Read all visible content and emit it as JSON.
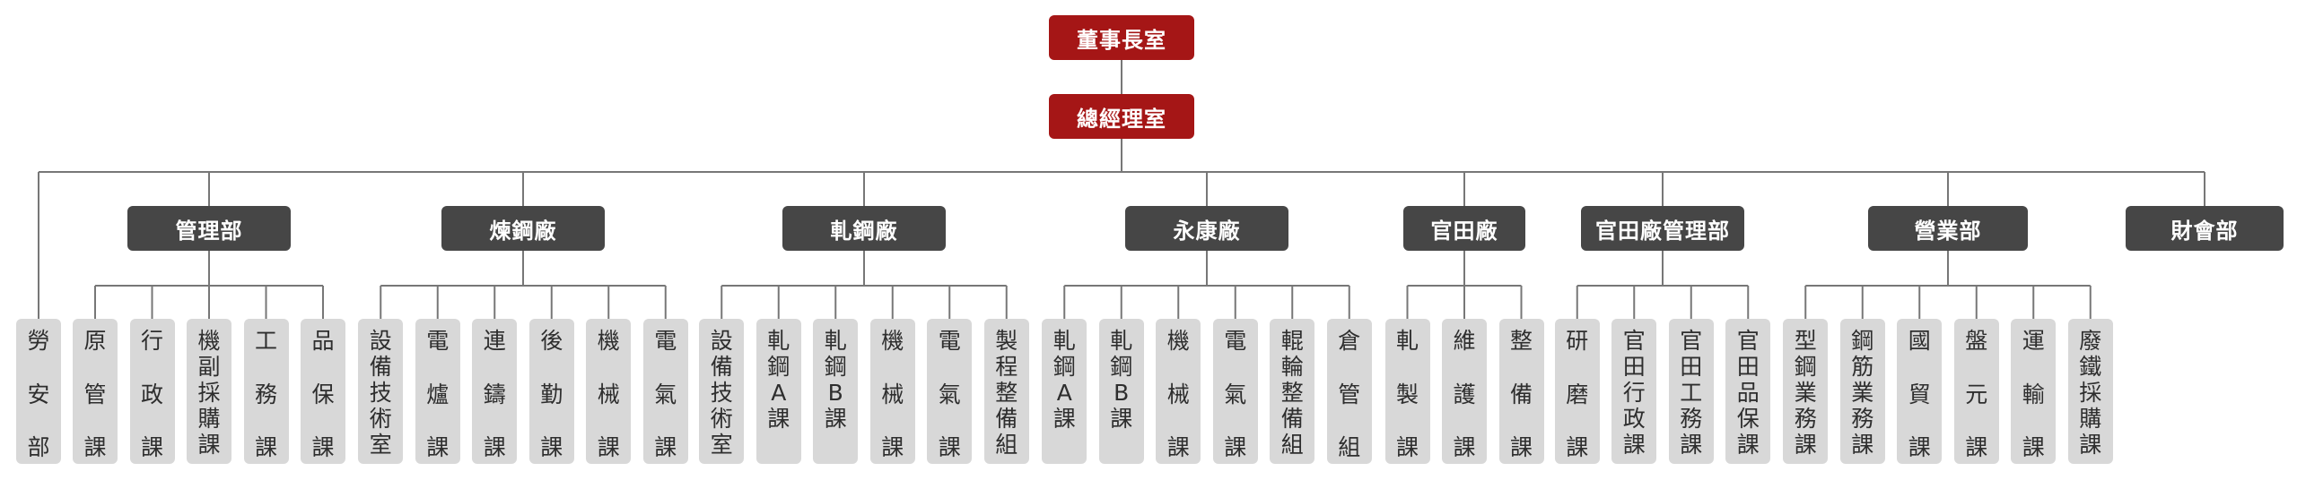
{
  "chairman": "董事長室",
  "president": "總經理室",
  "direct_unit": "勞安部",
  "departments": [
    {
      "name": "管理部",
      "units": [
        "原管課",
        "行政課",
        "機副採購課",
        "工務課",
        "品保課"
      ]
    },
    {
      "name": "煉鋼廠",
      "units": [
        "設備技術室",
        "電爐課",
        "連鑄課",
        "後勤課",
        "機械課",
        "電氣課"
      ]
    },
    {
      "name": "軋鋼廠",
      "units": [
        "設備技術室",
        "軋鋼A課",
        "軋鋼B課",
        "機械課",
        "電氣課",
        "製程整備組"
      ]
    },
    {
      "name": "永康廠",
      "units": [
        "軋鋼A課",
        "軋鋼B課",
        "機械課",
        "電氣課",
        "輥輪整備組",
        "倉管組"
      ]
    },
    {
      "name": "官田廠",
      "units": [
        "軋製課",
        "維護課",
        "整備課"
      ]
    },
    {
      "name": "官田廠管理部",
      "units": [
        "研磨課",
        "官田行政課",
        "官田工務課",
        "官田品保課"
      ]
    },
    {
      "name": "營業部",
      "units": [
        "型鋼業務課",
        "鋼筋業務課",
        "國貿課",
        "盤元課",
        "運輸課",
        "廢鐵採購課"
      ]
    },
    {
      "name": "財會部",
      "units": []
    }
  ],
  "colors": {
    "executive": "#a51616",
    "department": "#464646",
    "unit": "#d8d8d8",
    "line": "#777777"
  }
}
